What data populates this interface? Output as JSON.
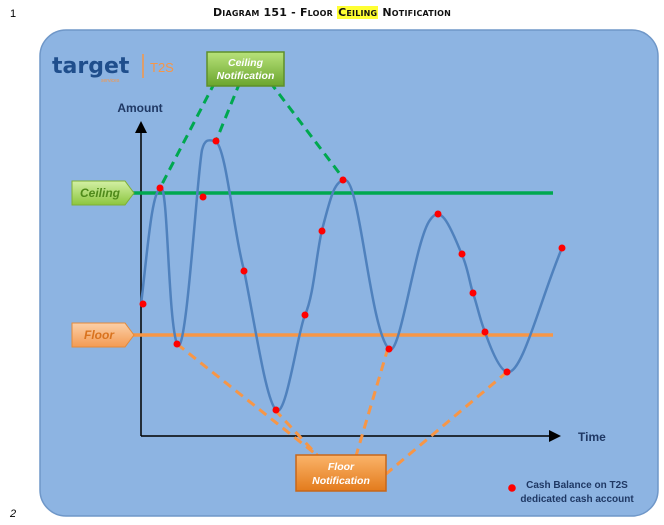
{
  "line_numbers": {
    "top": "1",
    "bottom": "2"
  },
  "title": {
    "prefix": "Diagram 151 - Floor",
    "highlight": "Ceiling",
    "suffix": "Notification"
  },
  "logo": {
    "wordmark": "target",
    "subtext": "services",
    "product": "T2S"
  },
  "axes": {
    "y_label": "Amount",
    "x_label": "Time"
  },
  "levels": {
    "ceiling": {
      "label": "Ceiling",
      "color": "#00a84f"
    },
    "floor": {
      "label": "Floor",
      "color": "#f79646"
    }
  },
  "notifications": {
    "ceiling": {
      "line1": "Ceiling",
      "line2": "Notification"
    },
    "floor": {
      "line1": "Floor",
      "line2": "Notification"
    }
  },
  "legend": {
    "marker_color": "#ff0000",
    "line1": "Cash Balance on T2S",
    "line2": "dedicated cash account"
  },
  "colors": {
    "panel": "#8db4e2",
    "curve": "#4f81bd",
    "ceiling_box": "#92d050",
    "floor_box": "#f79646",
    "notification_ceiling": "#77b33a",
    "notification_floor": "#ee8a2c"
  }
}
